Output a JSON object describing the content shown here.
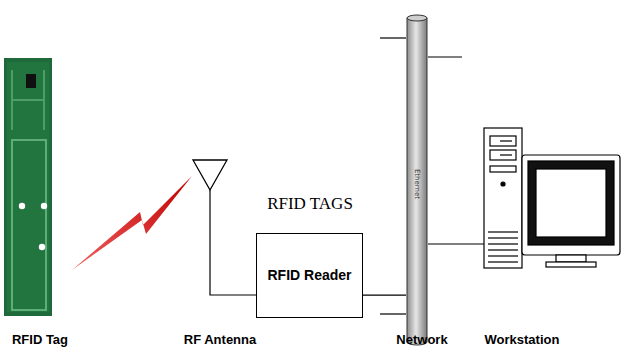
{
  "diagram": {
    "nodes": [
      {
        "text": [
          "RFID Reader"
        ]
      },
      {
        "text": [
          "Ethernet"
        ]
      }
    ],
    "edges": [
      {
        "from": 0,
        "to": 1,
        "arrow": "none"
      }
    ],
    "labels": [
      "RFID TAGS",
      "RFID Tag",
      "RF Antenna",
      "Network",
      "Workstation"
    ]
  }
}
